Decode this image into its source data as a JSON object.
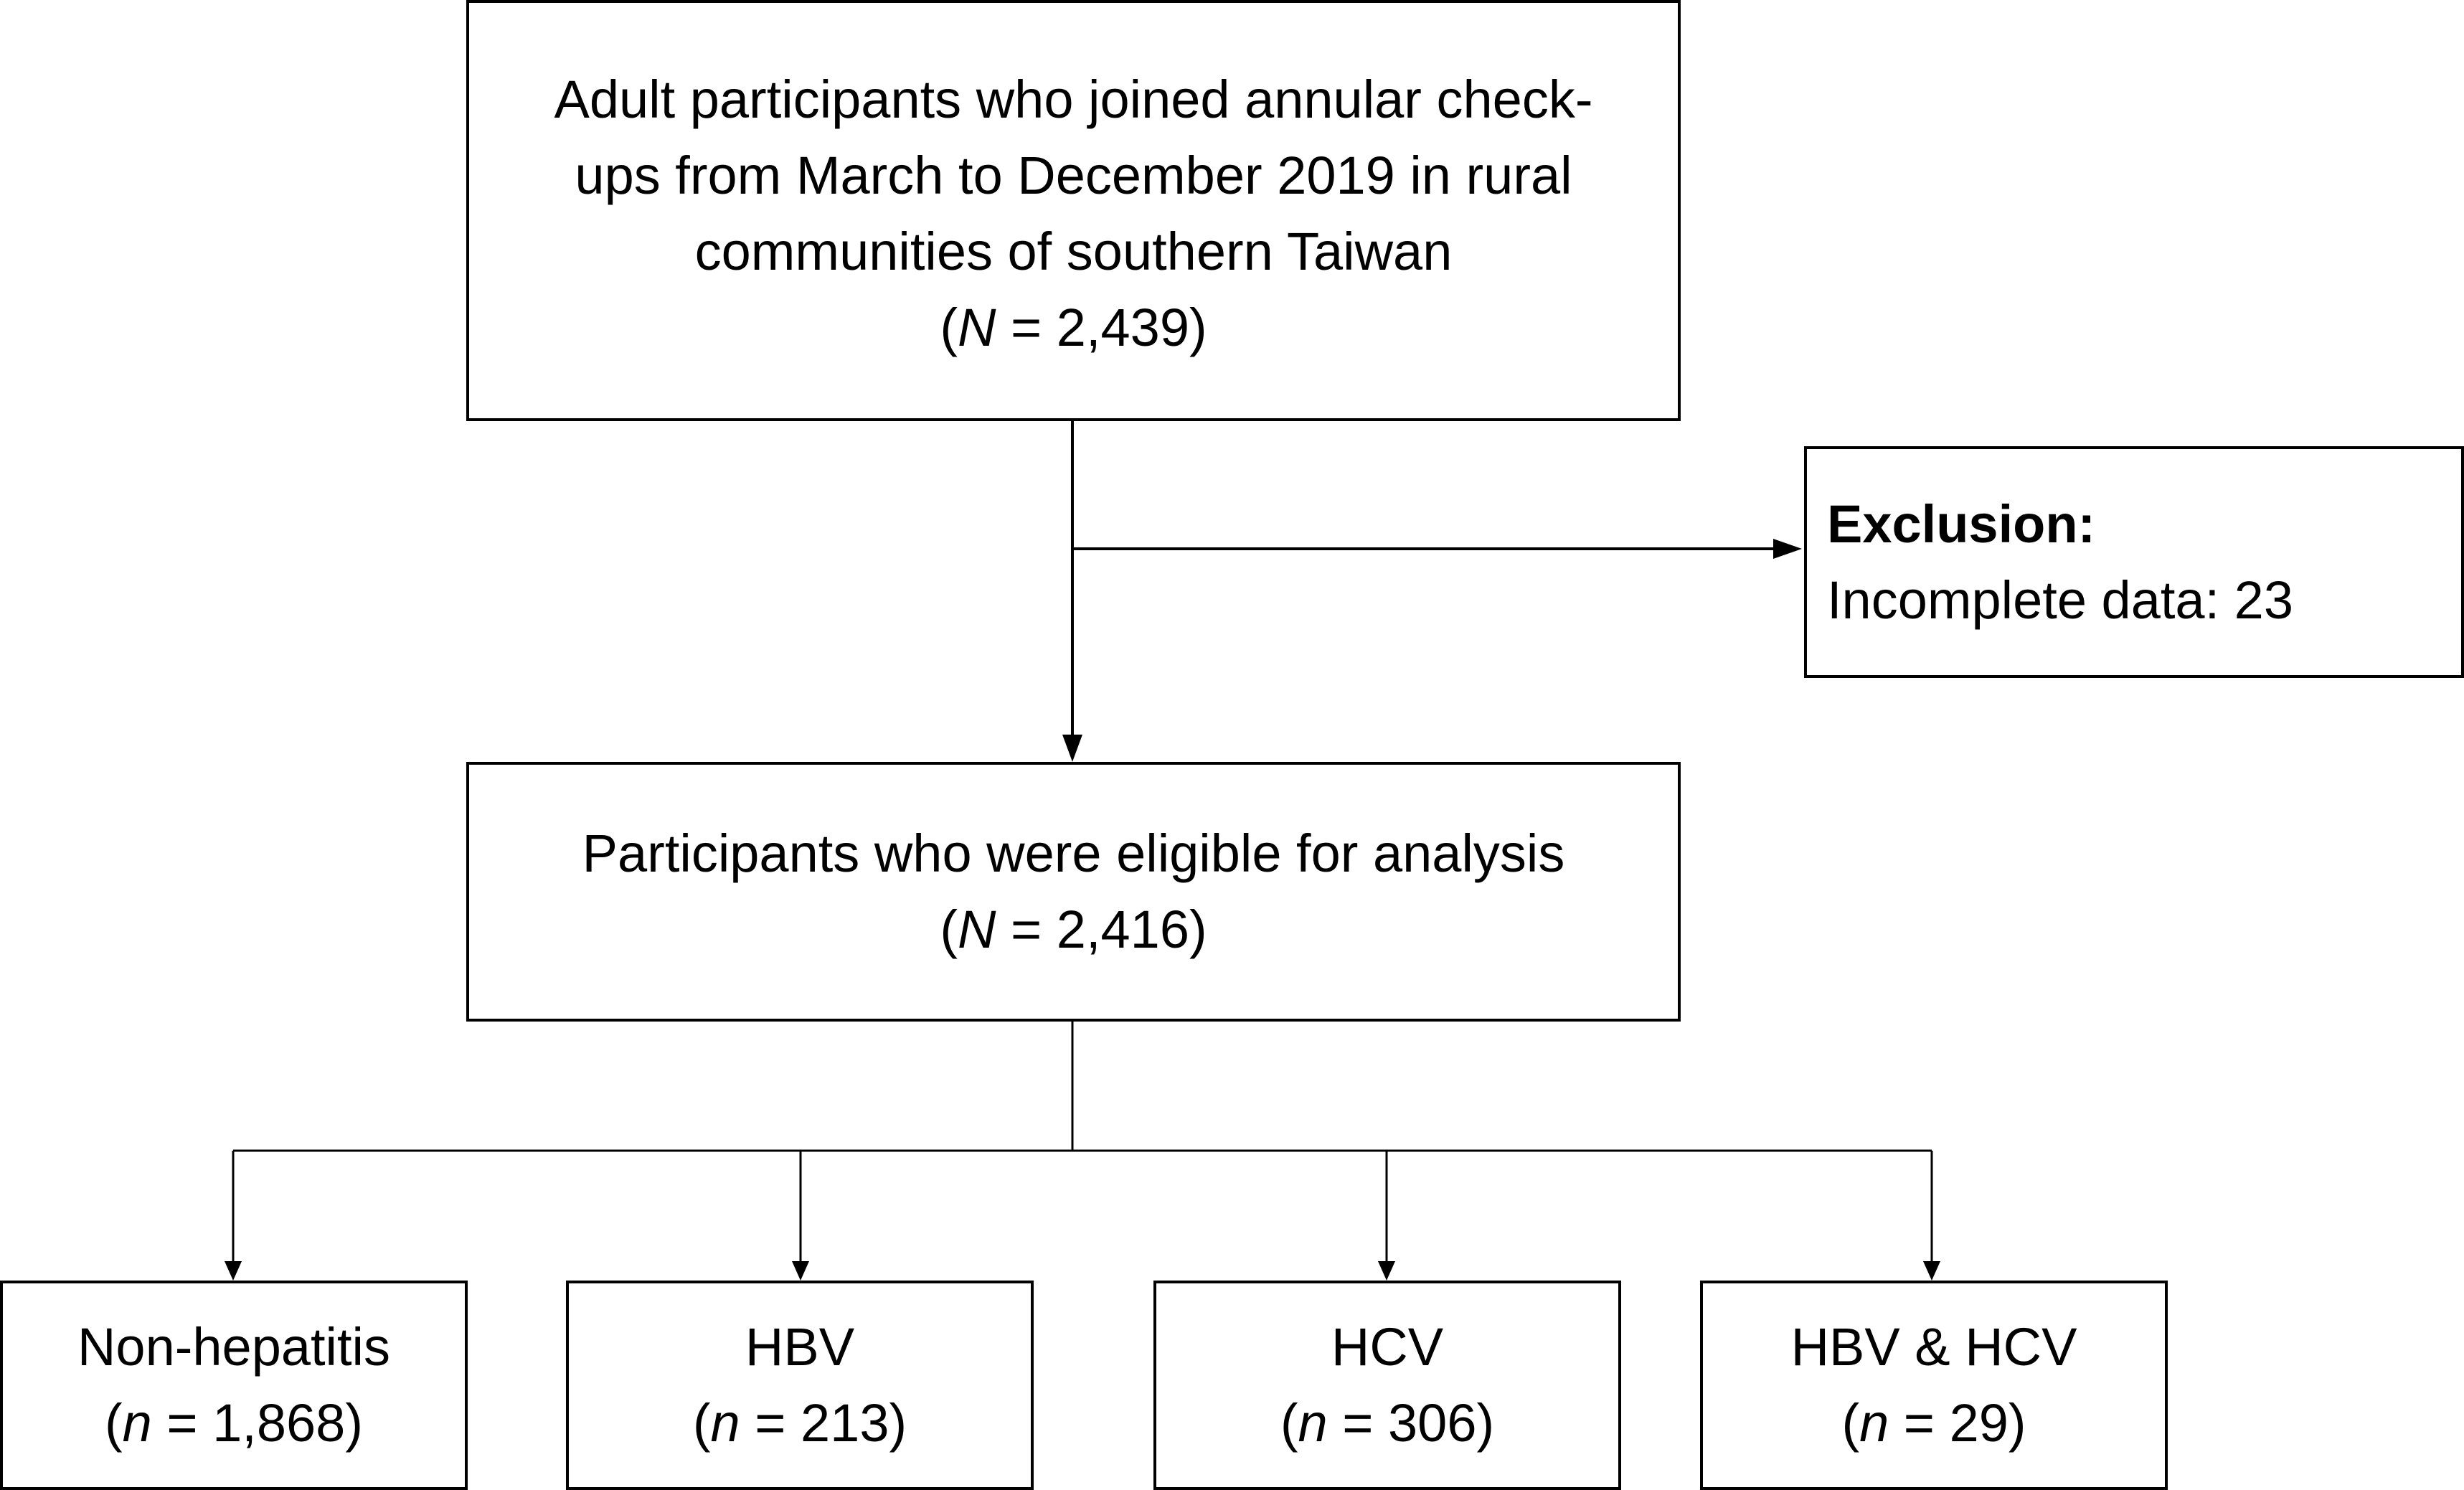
{
  "top_box": {
    "lines": [
      "Adult participants who joined annular check-",
      "ups from March to December 2019 in rural",
      "communities of southern Taiwan"
    ],
    "count_prefix": "(",
    "count_symbol": "N",
    "count_value": " = 2,439)"
  },
  "exclusion_box": {
    "heading": "Exclusion:",
    "detail": "Incomplete data: 23"
  },
  "eligible_box": {
    "line": "Participants who were eligible for analysis",
    "count_prefix": "(",
    "count_symbol": "N",
    "count_value": " = 2,416)"
  },
  "groups": [
    {
      "label": "Non-hepatitis",
      "count_prefix": "(",
      "count_symbol": "n",
      "count_value": " = 1,868)"
    },
    {
      "label": "HBV",
      "count_prefix": "(",
      "count_symbol": "n",
      "count_value": " = 213)"
    },
    {
      "label": "HCV",
      "count_prefix": "(",
      "count_symbol": "n",
      "count_value": " = 306)"
    },
    {
      "label": "HBV & HCV",
      "count_prefix": "(",
      "count_symbol": "n",
      "count_value": " = 29)"
    }
  ],
  "colors": {
    "stroke": "#000000",
    "background": "#ffffff"
  }
}
